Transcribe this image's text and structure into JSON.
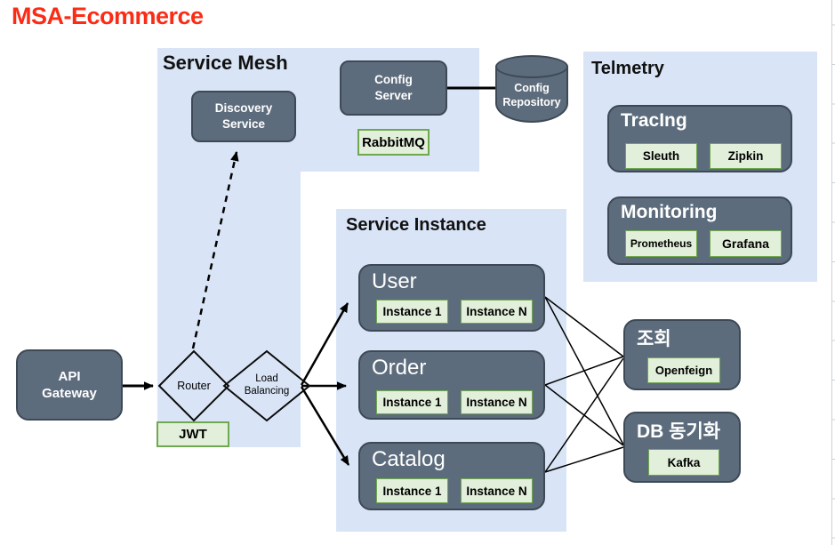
{
  "title": {
    "text": "MSA-Ecommerce"
  },
  "colors": {
    "title_text": "#fb2c16",
    "region_bg": "#d9e5f6",
    "node_fill": "#5d6c7c",
    "node_border": "#3d4955",
    "node_text": "#ffffff",
    "tag_fill": "#e2efda",
    "tag_border": "#6fa84e",
    "label_text": "#111111",
    "connector": "#000000",
    "gridline": "#ccd1d6"
  },
  "containers": {
    "service_mesh": {
      "label": "Service Mesh"
    },
    "service_instance": {
      "label": "Service Instance"
    },
    "telemetry": {
      "label": "Telmetry"
    }
  },
  "nodes": {
    "discovery_service": {
      "label": "Discovery\nService"
    },
    "config_server": {
      "label": "Config\nServer"
    },
    "config_repository": {
      "label": "Config\nRepository"
    },
    "rabbitmq": {
      "label": "RabbitMQ"
    },
    "api_gateway": {
      "label": "API\nGateway"
    },
    "router": {
      "label": "Router"
    },
    "load_balancing": {
      "label": "Load\nBalancing"
    },
    "jwt": {
      "label": "JWT"
    },
    "tracing": {
      "label": "TracIng",
      "tags": [
        "Sleuth",
        "Zipkin"
      ]
    },
    "monitoring": {
      "label": "Monitoring",
      "tags": [
        "Prometheus",
        "Grafana"
      ]
    },
    "user": {
      "label": "User",
      "tags": [
        "Instance 1",
        "Instance N"
      ]
    },
    "order": {
      "label": "Order",
      "tags": [
        "Instance 1",
        "Instance N"
      ]
    },
    "catalog": {
      "label": "Catalog",
      "tags": [
        "Instance 1",
        "Instance N"
      ]
    },
    "query": {
      "label": "조회",
      "tags": [
        "Openfeign"
      ]
    },
    "db_sync": {
      "label": "DB 동기화",
      "tags": [
        "Kafka"
      ]
    }
  }
}
